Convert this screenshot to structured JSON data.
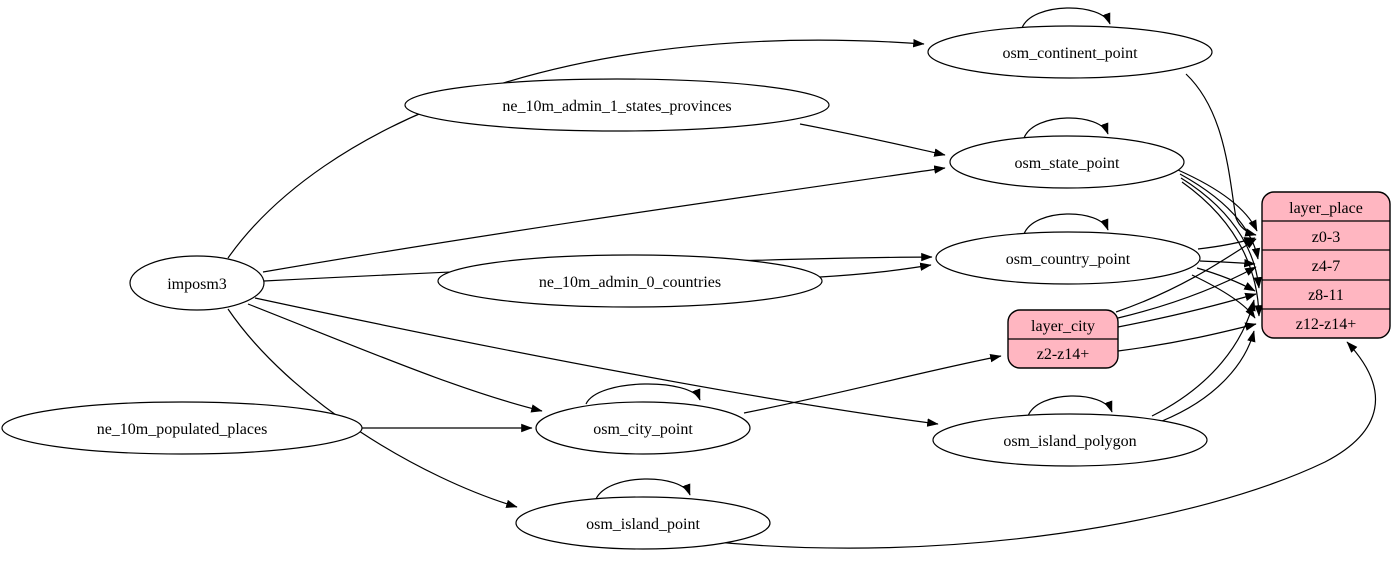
{
  "diagram": {
    "type": "graphviz-etl-dependency-graph",
    "background_color": "#ffffff",
    "edge_color": "#000000",
    "ellipse_fill": "#ffffff",
    "record_fill": "#ffb6c1",
    "direction": "left-to-right"
  },
  "nodes": {
    "imposm3": {
      "label": "imposm3",
      "type": "ellipse"
    },
    "ne_10m_admin_1_states_provinces": {
      "label": "ne_10m_admin_1_states_provinces",
      "type": "ellipse"
    },
    "ne_10m_admin_0_countries": {
      "label": "ne_10m_admin_0_countries",
      "type": "ellipse"
    },
    "ne_10m_populated_places": {
      "label": "ne_10m_populated_places",
      "type": "ellipse"
    },
    "osm_continent_point": {
      "label": "osm_continent_point",
      "type": "ellipse"
    },
    "osm_state_point": {
      "label": "osm_state_point",
      "type": "ellipse"
    },
    "osm_country_point": {
      "label": "osm_country_point",
      "type": "ellipse"
    },
    "osm_city_point": {
      "label": "osm_city_point",
      "type": "ellipse"
    },
    "osm_island_polygon": {
      "label": "osm_island_polygon",
      "type": "ellipse"
    },
    "osm_island_point": {
      "label": "osm_island_point",
      "type": "ellipse"
    },
    "layer_city": {
      "title": "layer_city",
      "rows": [
        "z2-z14+"
      ],
      "type": "record",
      "fill": "#ffb6c1"
    },
    "layer_place": {
      "title": "layer_place",
      "rows": [
        "z0-3",
        "z4-7",
        "z8-11",
        "z12-z14+"
      ],
      "type": "record",
      "fill": "#ffb6c1"
    }
  },
  "edges": [
    {
      "from": "imposm3",
      "to": "osm_continent_point"
    },
    {
      "from": "imposm3",
      "to": "osm_state_point"
    },
    {
      "from": "imposm3",
      "to": "osm_country_point"
    },
    {
      "from": "imposm3",
      "to": "osm_city_point"
    },
    {
      "from": "imposm3",
      "to": "osm_island_polygon"
    },
    {
      "from": "imposm3",
      "to": "osm_island_point"
    },
    {
      "from": "ne_10m_admin_1_states_provinces",
      "to": "osm_state_point"
    },
    {
      "from": "ne_10m_admin_0_countries",
      "to": "osm_country_point"
    },
    {
      "from": "ne_10m_populated_places",
      "to": "osm_city_point"
    },
    {
      "from": "osm_continent_point",
      "to": "osm_continent_point"
    },
    {
      "from": "osm_state_point",
      "to": "osm_state_point"
    },
    {
      "from": "osm_country_point",
      "to": "osm_country_point"
    },
    {
      "from": "osm_city_point",
      "to": "osm_city_point"
    },
    {
      "from": "osm_island_polygon",
      "to": "osm_island_polygon"
    },
    {
      "from": "osm_island_point",
      "to": "osm_island_point"
    },
    {
      "from": "osm_continent_point",
      "to": "layer_place:z0-3"
    },
    {
      "from": "osm_state_point",
      "to": "layer_place:z0-3"
    },
    {
      "from": "osm_state_point",
      "to": "layer_place:z4-7"
    },
    {
      "from": "osm_state_point",
      "to": "layer_place:z8-11"
    },
    {
      "from": "osm_state_point",
      "to": "layer_place:z12-z14+"
    },
    {
      "from": "osm_country_point",
      "to": "layer_place:z0-3"
    },
    {
      "from": "osm_country_point",
      "to": "layer_place:z4-7"
    },
    {
      "from": "osm_country_point",
      "to": "layer_place:z8-11"
    },
    {
      "from": "osm_country_point",
      "to": "layer_place:z12-z14+"
    },
    {
      "from": "osm_island_polygon",
      "to": "layer_place:z8-11"
    },
    {
      "from": "osm_island_polygon",
      "to": "layer_place:z12-z14+"
    },
    {
      "from": "osm_island_point",
      "to": "layer_place:z12-z14+"
    },
    {
      "from": "osm_city_point",
      "to": "layer_city:z2-z14+"
    },
    {
      "from": "layer_city:z2-z14+",
      "to": "layer_place:z0-3"
    },
    {
      "from": "layer_city:z2-z14+",
      "to": "layer_place:z4-7"
    },
    {
      "from": "layer_city:z2-z14+",
      "to": "layer_place:z8-11"
    },
    {
      "from": "layer_city:z2-z14+",
      "to": "layer_place:z12-z14+"
    }
  ]
}
